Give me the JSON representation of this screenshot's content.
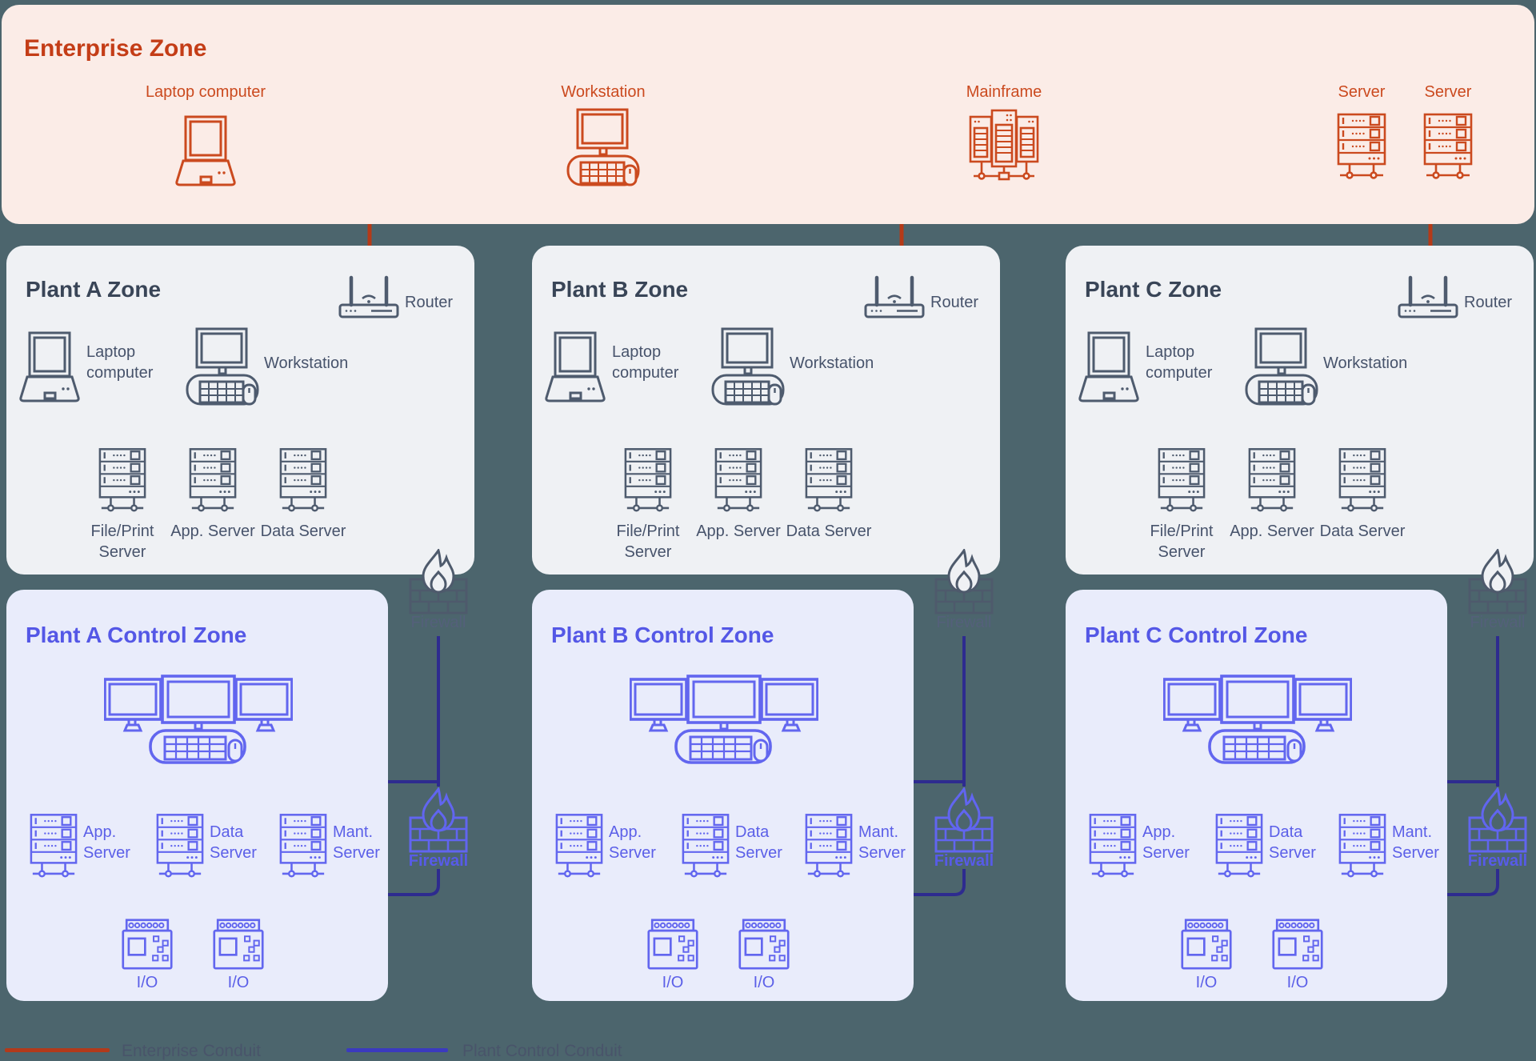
{
  "colors": {
    "background": "#4C656D",
    "enterprise_bg": "#FBECE7",
    "enterprise_accent": "#CB4A1F",
    "plant_bg": "#EFF1F4",
    "plant_accent": "#4E5B6E",
    "control_bg": "#E9ECFB",
    "control_accent": "#6266EF",
    "enterprise_conduit": "#B53A18",
    "plant_control_conduit": "#2E2B8F"
  },
  "enterprise": {
    "title": "Enterprise Zone",
    "devices": [
      {
        "label": "Laptop computer",
        "icon": "laptop-icon"
      },
      {
        "label": "Workstation",
        "icon": "workstation-icon"
      },
      {
        "label": "Mainframe",
        "icon": "mainframe-icon"
      },
      {
        "label": "Server",
        "icon": "server-icon"
      },
      {
        "label": "Server",
        "icon": "server-icon"
      }
    ]
  },
  "plants": [
    {
      "zone_title": "Plant A Zone",
      "control_title": "Plant A Control Zone"
    },
    {
      "zone_title": "Plant B Zone",
      "control_title": "Plant B Control Zone"
    },
    {
      "zone_title": "Plant C Zone",
      "control_title": "Plant C Control Zone"
    }
  ],
  "plant_zone_labels": {
    "router": "Router",
    "laptop": "Laptop computer",
    "workstation": "Workstation",
    "servers": [
      "File/Print Server",
      "App. Server",
      "Data Server"
    ]
  },
  "control_zone_labels": {
    "servers": [
      "App. Server",
      "Data Server",
      "Mant. Server"
    ],
    "io": [
      "I/O",
      "I/O"
    ]
  },
  "firewall_label": "Firewall",
  "legend": {
    "items": [
      {
        "label": "Enterprise Conduit",
        "color": "#B23A1B"
      },
      {
        "label": "Plant Control Conduit",
        "color": "#3B3ABF"
      }
    ]
  }
}
